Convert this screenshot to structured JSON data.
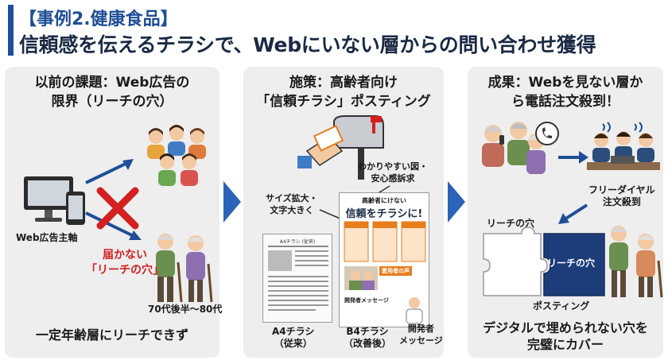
{
  "header": {
    "tag": "【事例2.健康食品】",
    "headline": "信頼感を伝えるチラシで、Webにいない層からの問い合わせ獲得"
  },
  "panel1": {
    "title_line1": "以前の課題：Web広告の",
    "title_line2": "限界（リーチの穴）",
    "web_ad_label": "Web広告主軸",
    "not_reach_line1": "届かない",
    "not_reach_line2": "「リーチの穴」",
    "age_label": "70代後半〜80代",
    "bottom_text": "一定年齢層にリーチできず"
  },
  "panel2": {
    "title_line1": "施策：高齢者向け",
    "title_line2": "「信頼チラシ」ポスティング",
    "callout_figure_line1": "わかりやすい図・",
    "callout_figure_line2": "安心感訴求",
    "callout_size_line1": "サイズ拡大・",
    "callout_size_line2": "文字大きく",
    "flyer_small_title": "高齢者にけない",
    "flyer_big_title": "信頼をチラシに!",
    "flyer_voice_title": "愛用者の声",
    "flyer_dev_title": "開発者メッセージ",
    "a4_header": "A4チラシ (従来)",
    "a4_line1": "A4チラシ",
    "a4_line2": "（従来）",
    "b4_line1": "B4チラシ",
    "b4_line2": "（改善後）",
    "dev_line1": "開発者",
    "dev_line2": "メッセージ"
  },
  "panel3": {
    "title_line1": "成果：Webを見ない層か",
    "title_line2": "ら電話注文殺到！",
    "freedial_line1": "フリーダイヤル",
    "freedial_line2": "注文殺到",
    "reach_hole_label": "リーチの穴",
    "puzzle_text": "リーチの穴",
    "posting_label": "ポスティング",
    "bottom_line1": "デジタルで埋められない穴を",
    "bottom_line2": "完璧にカバー"
  },
  "colors": {
    "brand_blue": "#1f4e96",
    "arrow_blue": "#2a63b8",
    "puzzle_navy": "#1d3c7a",
    "alert_red": "#d42020",
    "flyer_orange": "#e87d1e",
    "panel_gray": "#eeeeee"
  }
}
